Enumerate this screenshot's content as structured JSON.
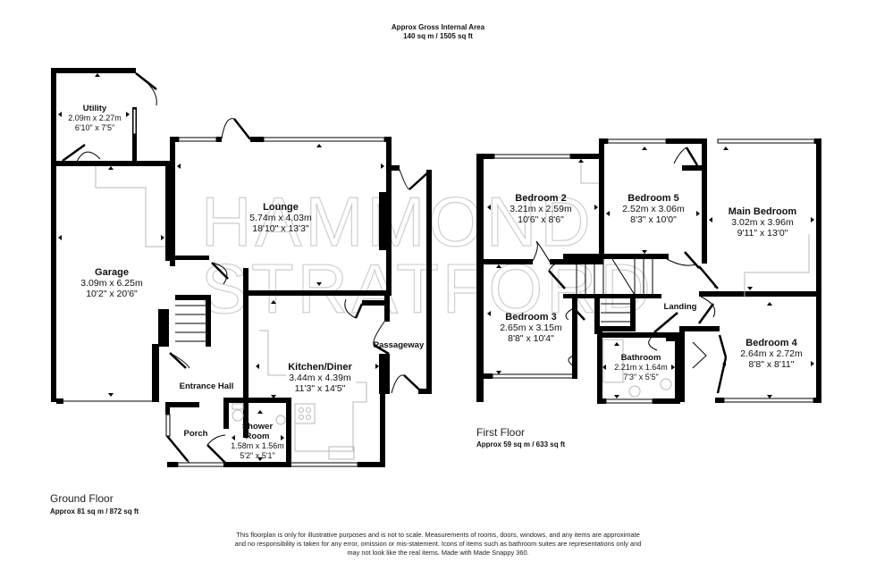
{
  "header": {
    "line1": "Approx Gross Internal Area",
    "line2": "140 sq m / 1505 sq ft"
  },
  "watermark": {
    "line1": "HAMMOND",
    "line2": "STRATFORD"
  },
  "ground_floor": {
    "title": "Ground Floor",
    "area": "Approx 81 sq m / 872 sq ft",
    "rooms": {
      "utility": {
        "name": "Utility",
        "metric": "2.09m x 2.27m",
        "imperial": "6'10\" x 7'5\""
      },
      "garage": {
        "name": "Garage",
        "metric": "3.09m x 6.25m",
        "imperial": "10'2\" x 20'6\""
      },
      "lounge": {
        "name": "Lounge",
        "metric": "5.74m x 4.03m",
        "imperial": "18'10\" x 13'3\""
      },
      "kitchen": {
        "name": "Kitchen/Diner",
        "metric": "3.44m x 4.39m",
        "imperial": "11'3\" x 14'5\""
      },
      "passageway": {
        "name": "Passageway"
      },
      "entrance_hall": {
        "name": "Entrance Hall"
      },
      "porch": {
        "name": "Porch"
      },
      "shower_room": {
        "name_line1": "Shower",
        "name_line2": "Room",
        "metric": "1.58m x 1.56m",
        "imperial": "5'2\" x 5'1\""
      }
    }
  },
  "first_floor": {
    "title": "First Floor",
    "area": "Approx 59 sq m / 633 sq ft",
    "rooms": {
      "bedroom2": {
        "name": "Bedroom 2",
        "metric": "3.21m x 2.59m",
        "imperial": "10'6\" x 8'6\""
      },
      "bedroom5": {
        "name": "Bedroom 5",
        "metric": "2.52m x 3.06m",
        "imperial": "8'3\" x 10'0\""
      },
      "main_bedroom": {
        "name": "Main Bedroom",
        "metric": "3.02m x 3.96m",
        "imperial": "9'11\" x 13'0\""
      },
      "bedroom3": {
        "name": "Bedroom 3",
        "metric": "2.65m x 3.15m",
        "imperial": "8'8\" x 10'4\""
      },
      "landing": {
        "name": "Landing"
      },
      "bathroom": {
        "name": "Bathroom",
        "metric": "2.21m x 1.64m",
        "imperial": "7'3\" x 5'5\""
      },
      "bedroom4": {
        "name": "Bedroom 4",
        "metric": "2.64m x 2.72m",
        "imperial": "8'8\" x 8'11\""
      }
    }
  },
  "disclaimer": {
    "line1": "This floorplan is only for illustrative purposes and is not to scale. Measurements of rooms, doors, windows, and any items are approximate",
    "line2": "and no responsibility is taken for any error, omission or mis-statement. Icons of items such as bathroom suites are representations only and",
    "line3": "may not look like the real items. Made with Made Snappy 360."
  }
}
